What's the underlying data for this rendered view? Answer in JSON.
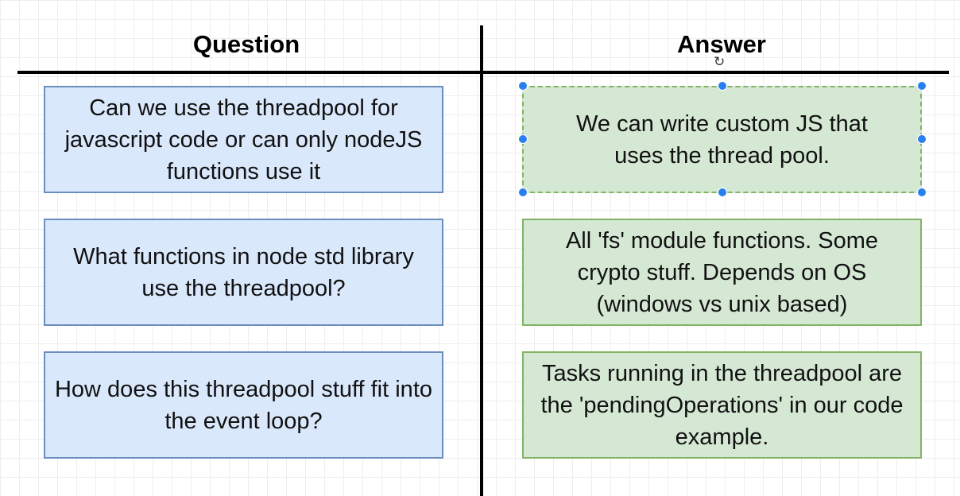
{
  "table": {
    "headers": {
      "question": "Question",
      "answer": "Answer"
    },
    "rows": [
      {
        "question": "Can we use the threadpool for javascript code or can only nodeJS functions use it",
        "answer": "We can write custom JS that uses the thread pool."
      },
      {
        "question": "What functions in node std library use the threadpool?",
        "answer": "All 'fs' module functions.  Some crypto stuff.  Depends on OS (windows vs unix based)"
      },
      {
        "question": "How does this threadpool stuff fit into the event loop?",
        "answer": "Tasks running in the threadpool are the 'pendingOperations' in our code example."
      }
    ]
  },
  "colors": {
    "question_fill": "#dae8fc",
    "question_border": "#6c8ebf",
    "answer_fill": "#d5e8d4",
    "answer_border": "#82b366",
    "selection_handle": "#2a7ff0"
  },
  "selection": {
    "selected_card": "answer-1"
  },
  "cursor": {
    "icon": "rotate-cursor-icon"
  }
}
